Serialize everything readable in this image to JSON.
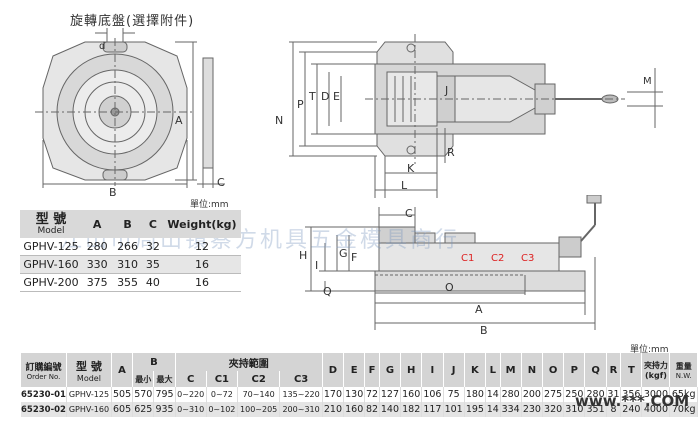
{
  "title": "旋轉底盤(選擇附件)",
  "unit_label_1": "單位:mm",
  "unit_label_2": "單位:mm",
  "dims": {
    "d": "d",
    "A": "A",
    "B": "B",
    "C": "C",
    "N": "N",
    "P": "P",
    "T": "T",
    "D": "D",
    "E": "E",
    "J": "J",
    "M": "M",
    "R": "R",
    "K": "K",
    "L": "L",
    "H": "H",
    "I": "I",
    "G": "G",
    "F": "F",
    "Q": "Q",
    "O": "O",
    "C1": "C1",
    "C2": "C2",
    "C3": "C3"
  },
  "table1": {
    "headers": {
      "model_cn": "型 號",
      "model_en": "Model",
      "a": "A",
      "b": "B",
      "c": "C",
      "w": "Weight(kg)"
    },
    "rows": [
      {
        "model": "GPHV-125",
        "a": "280",
        "b": "266",
        "c": "32",
        "w": "12"
      },
      {
        "model": "GPHV-160",
        "a": "330",
        "b": "310",
        "c": "35",
        "w": "16"
      },
      {
        "model": "GPHV-200",
        "a": "375",
        "b": "355",
        "c": "40",
        "w": "16"
      }
    ]
  },
  "table2": {
    "headers": {
      "order_cn": "訂購編號",
      "order_en": "Order No.",
      "model_cn": "型 號",
      "model_en": "Model",
      "a": "A",
      "b": "B",
      "b_min": "最小",
      "b_max": "最大",
      "clamp": "夾持範圍",
      "c": "C",
      "c1": "C1",
      "c2": "C2",
      "c3": "C3",
      "d": "D",
      "e": "E",
      "f": "F",
      "g": "G",
      "h": "H",
      "i": "I",
      "j": "J",
      "k": "K",
      "l": "L",
      "m": "M",
      "n": "N",
      "o": "O",
      "p": "P",
      "q": "Q",
      "r": "R",
      "t": "T",
      "force_cn": "夾持力",
      "force_en": "(kgf)",
      "weight_cn": "重量",
      "weight_en": "N.W."
    },
    "rows": [
      {
        "order": "65230-01",
        "model": "GPHV-125",
        "a": "505",
        "b_min": "570",
        "b_max": "795",
        "c": "0~220",
        "c1": "0~72",
        "c2": "70~140",
        "c3": "135~220",
        "d": "170",
        "e": "130",
        "f": "72",
        "g": "127",
        "h": "160",
        "i": "106",
        "j": "75",
        "k": "180",
        "l": "14",
        "m": "280",
        "n": "200",
        "o": "275",
        "p": "250",
        "q": "280",
        "r": "31",
        "t": "356",
        "force": "3000",
        "weight": "65kg"
      },
      {
        "order": "65230-02",
        "model": "GPHV-160",
        "a": "605",
        "b_min": "625",
        "b_max": "935",
        "c": "0~310",
        "c1": "0~102",
        "c2": "100~205",
        "c3": "200~310",
        "d": "210",
        "e": "160",
        "f": "82",
        "g": "140",
        "h": "182",
        "i": "117",
        "j": "101",
        "k": "195",
        "l": "14",
        "m": "334",
        "n": "230",
        "o": "320",
        "p": "310",
        "q": "351",
        "r": "8",
        "t": "240",
        "force": "4000",
        "weight": "70kg"
      }
    ]
  },
  "watermark": "江山市周山镇蔡方机具五金模具商行",
  "watermark2": "www.***.COM"
}
